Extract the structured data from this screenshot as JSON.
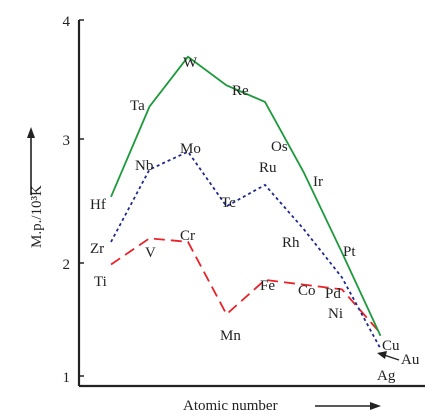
{
  "chart_data": {
    "type": "line",
    "title": "",
    "xlabel": "Atomic number",
    "ylabel": "M.p./10³K",
    "ylim": [
      1,
      4
    ],
    "yticks": [
      "1",
      "2",
      "3",
      "4"
    ],
    "grid": false,
    "legend": "none",
    "series": [
      {
        "color": "#e8232a",
        "dash": "long-dash",
        "points": [
          {
            "label": "Ti",
            "x": 22,
            "y": 1.94
          },
          {
            "label": "V",
            "x": 23,
            "y": 2.16
          },
          {
            "label": "Cr",
            "x": 24,
            "y": 2.13
          },
          {
            "label": "Mn",
            "x": 25,
            "y": 1.52
          },
          {
            "label": "Fe",
            "x": 26,
            "y": 1.81
          },
          {
            "label": "Co",
            "x": 27,
            "y": 1.77
          },
          {
            "label": "Ni",
            "x": 28,
            "y": 1.73
          },
          {
            "label": "Cu",
            "x": 29,
            "y": 1.36
          }
        ]
      },
      {
        "color": "#1f2a8c",
        "dash": "dotted",
        "points": [
          {
            "label": "Zr",
            "x": 40,
            "y": 2.13
          },
          {
            "label": "Nb",
            "x": 41,
            "y": 2.74
          },
          {
            "label": "Mo",
            "x": 42,
            "y": 2.89
          },
          {
            "label": "Tc",
            "x": 43,
            "y": 2.43
          },
          {
            "label": "Ru",
            "x": 44,
            "y": 2.61
          },
          {
            "label": "Rh",
            "x": 45,
            "y": 2.24
          },
          {
            "label": "Pd",
            "x": 46,
            "y": 1.83
          },
          {
            "label": "Ag",
            "x": 47,
            "y": 1.23
          }
        ]
      },
      {
        "color": "#1d9a3c",
        "dash": "solid",
        "points": [
          {
            "label": "Hf",
            "x": 72,
            "y": 2.51
          },
          {
            "label": "Ta",
            "x": 73,
            "y": 3.27
          },
          {
            "label": "W",
            "x": 74,
            "y": 3.69
          },
          {
            "label": "Re",
            "x": 75,
            "y": 3.45
          },
          {
            "label": "Os",
            "x": 76,
            "y": 3.31
          },
          {
            "label": "Ir",
            "x": 77,
            "y": 2.72
          },
          {
            "label": "Pt",
            "x": 78,
            "y": 2.04
          },
          {
            "label": "Au",
            "x": 79,
            "y": 1.34
          }
        ]
      }
    ]
  }
}
